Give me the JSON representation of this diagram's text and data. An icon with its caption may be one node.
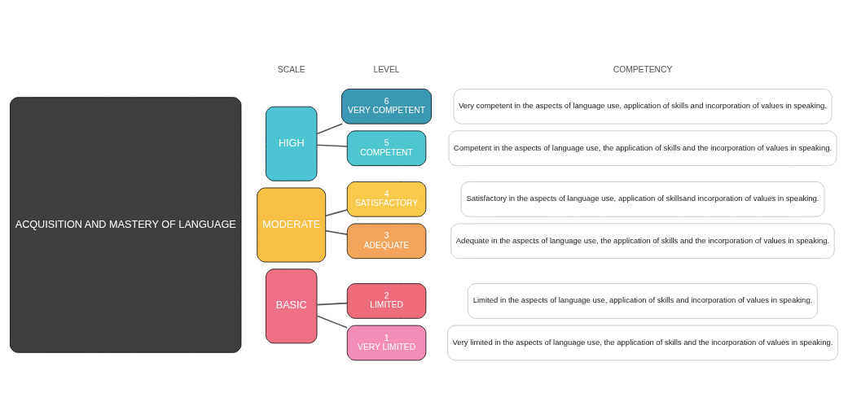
{
  "diagram": {
    "nodes": [
      {
        "text": [
          "ACQUISITION AND MASTERY OF LANGUAGE"
        ]
      },
      {
        "text": [
          "HIGH"
        ]
      },
      {
        "text": [
          "6",
          "VERY COMPETENT"
        ]
      },
      {
        "text": [
          "Very competent in the aspects of language use, application of skills and incorporation of values in speaking."
        ]
      },
      {
        "text": [
          "5",
          "COMPETENT"
        ]
      },
      {
        "text": [
          "Competent in the aspects of language use, the application of skills and the incorporation of values in speaking."
        ]
      },
      {
        "text": [
          "MODERATE"
        ]
      },
      {
        "text": [
          "4",
          "SATISFACTORY"
        ]
      },
      {
        "text": [
          "Satisfactory in the aspects of language use, application of skillsand incorporation of values in speaking."
        ]
      },
      {
        "text": [
          "3",
          "ADEQUATE"
        ]
      },
      {
        "text": [
          "Adequate in the aspects of language use, the application of skills and the incorporation of values in speaking."
        ]
      },
      {
        "text": [
          "BASIC"
        ]
      },
      {
        "text": [
          "2",
          "LIMITED"
        ]
      },
      {
        "text": [
          "Limited in the aspects of language use, application of skills and incorporation of values in speaking."
        ]
      },
      {
        "text": [
          "1",
          "VERY LIMITED"
        ]
      },
      {
        "text": [
          "Very limited in the aspects of language use, the application of skills and the incorporation of values in speaking."
        ]
      }
    ],
    "edges": [
      {
        "from": 1,
        "to": 2,
        "arrow": "none"
      },
      {
        "from": 1,
        "to": 4,
        "arrow": "none"
      },
      {
        "from": 6,
        "to": 7,
        "arrow": "none"
      },
      {
        "from": 6,
        "to": 9,
        "arrow": "none"
      },
      {
        "from": 11,
        "to": 12,
        "arrow": "none"
      },
      {
        "from": 11,
        "to": 14,
        "arrow": "none"
      }
    ],
    "labels": [
      "SCALE",
      "LEVEL",
      "COMPETENCY"
    ]
  }
}
